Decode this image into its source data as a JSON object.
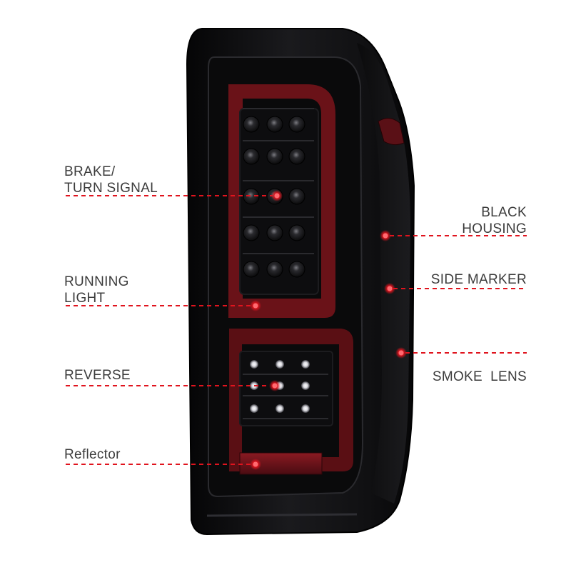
{
  "colors": {
    "accent_red": "#e0141e",
    "label_text": "#3c3c3c",
    "housing_black": "#0e0e10",
    "bar_red": "#6a1218"
  },
  "callouts": [
    {
      "key": "brake",
      "side": "left",
      "lines": [
        "BRAKE/",
        "TURN SIGNAL"
      ]
    },
    {
      "key": "running",
      "side": "left",
      "lines": [
        "RUNNING",
        "LIGHT"
      ]
    },
    {
      "key": "reverse",
      "side": "left",
      "lines": [
        "REVERSE"
      ]
    },
    {
      "key": "reflector",
      "side": "left",
      "lines": [
        "Reflector"
      ]
    },
    {
      "key": "housing",
      "side": "right",
      "lines": [
        "BLACK",
        "HOUSING"
      ]
    },
    {
      "key": "marker",
      "side": "right",
      "lines": [
        "SIDE MARKER"
      ]
    },
    {
      "key": "lens",
      "side": "right",
      "lines": [
        "SMOKE  LENS"
      ]
    }
  ]
}
